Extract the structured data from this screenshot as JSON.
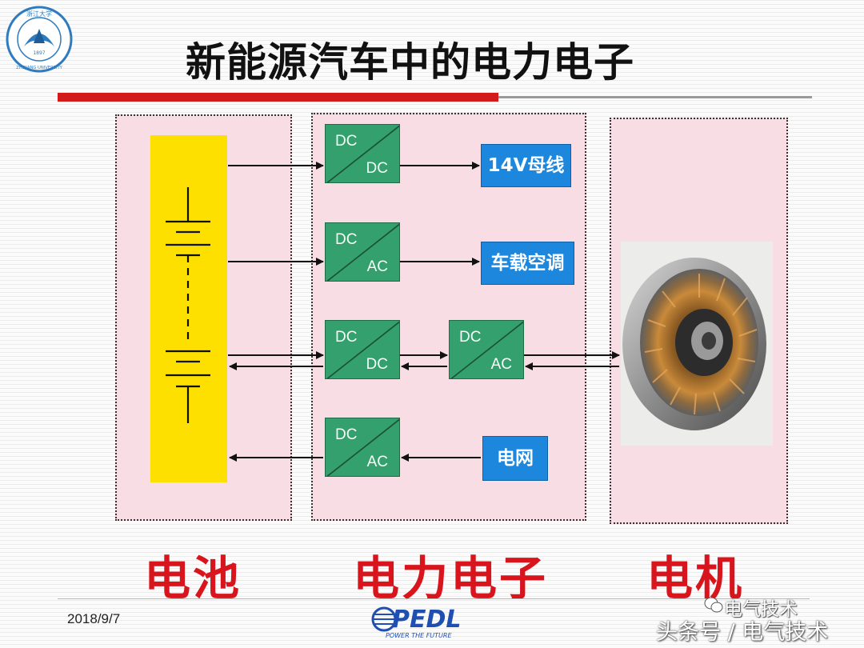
{
  "slide": {
    "title": "新能源汽车中的电力电子",
    "date": "2018/9/7"
  },
  "sections": {
    "battery_caption": "电池",
    "electronics_caption": "电力电子",
    "motor_caption": "电机"
  },
  "converters": [
    {
      "top": "DC",
      "bottom": "DC"
    },
    {
      "top": "DC",
      "bottom": "AC"
    },
    {
      "top": "DC",
      "bottom": "DC"
    },
    {
      "top": "DC",
      "bottom": "AC"
    },
    {
      "top": "DC",
      "bottom": "AC"
    }
  ],
  "loads": {
    "bus_14v": "14V母线",
    "air_conditioner": "车载空调",
    "grid": "电网"
  },
  "logos": {
    "university_name": "ZHEJIANG UNIVERSITY",
    "university_year": "1897",
    "university_chinese": "浙江大学",
    "pedl_name": "PEDL",
    "pedl_tagline": "POWER THE FUTURE"
  },
  "watermark": {
    "line1": "电气技术",
    "line2": "头条号 / 电气技术"
  },
  "colors": {
    "accent_red": "#d21a1a",
    "caption_red": "#d8141c",
    "converter_green": "#33a06e",
    "load_blue": "#1d86dd",
    "battery_yellow": "#fde000",
    "section_pink": "#f9dde5"
  }
}
